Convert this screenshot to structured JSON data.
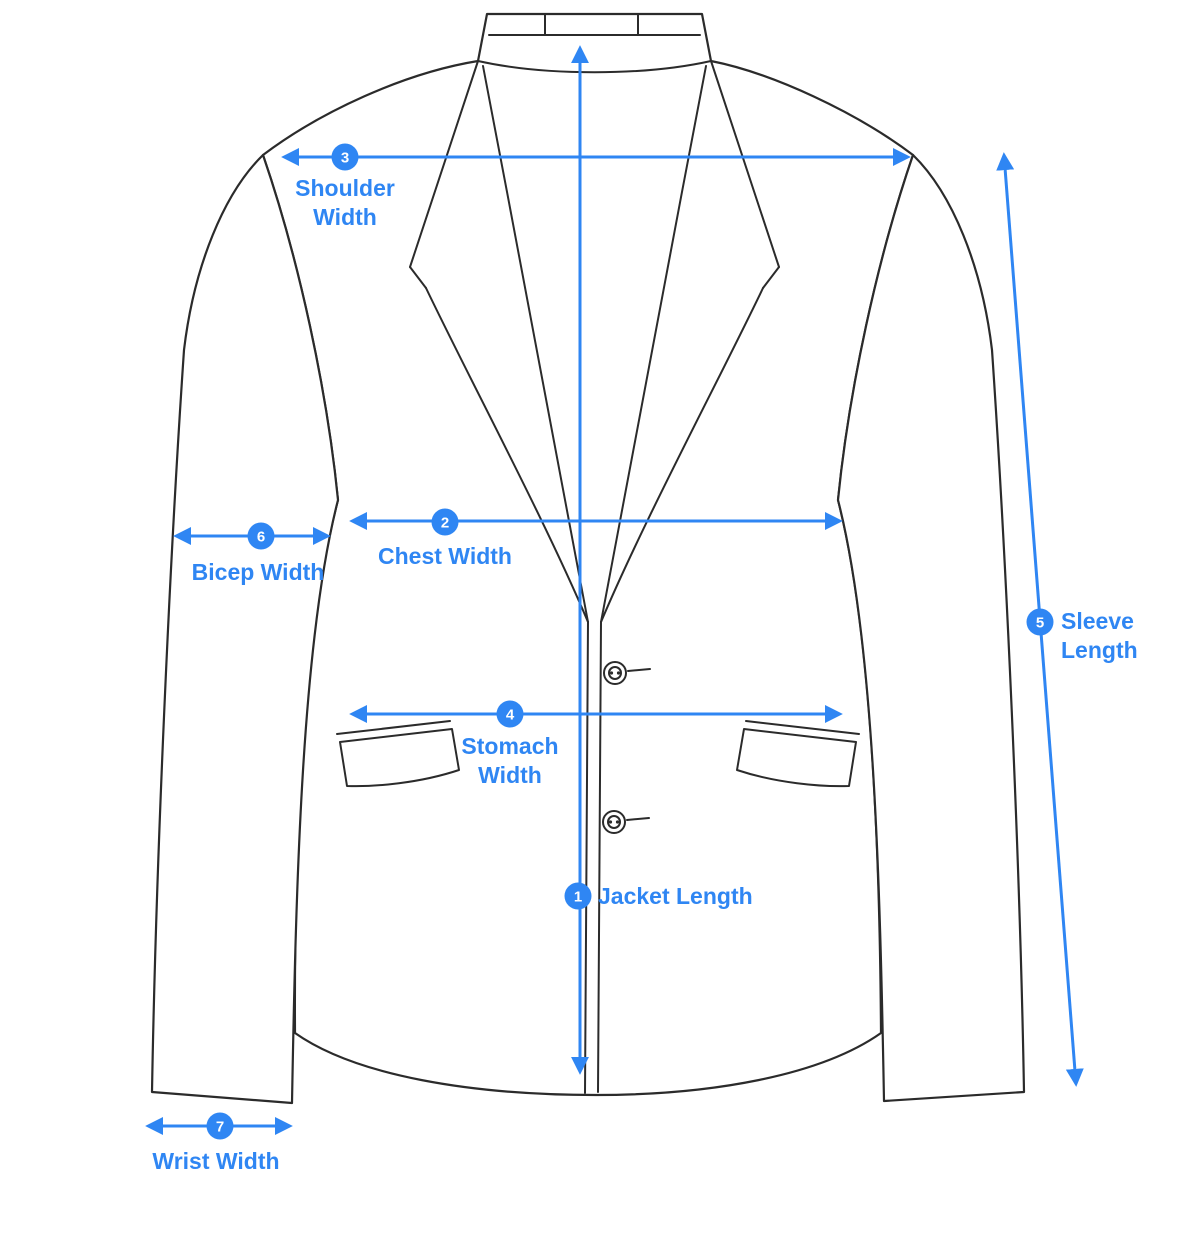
{
  "colors": {
    "accent": "#2F86F3",
    "outline": "#2B2B2B",
    "background": "#FFFFFF"
  },
  "measurements": {
    "jacket_length": {
      "number": "1",
      "lines": [
        "Jacket Length"
      ]
    },
    "chest_width": {
      "number": "2",
      "lines": [
        "Chest Width"
      ]
    },
    "shoulder_width": {
      "number": "3",
      "lines": [
        "Shoulder",
        "Width"
      ]
    },
    "stomach_width": {
      "number": "4",
      "lines": [
        "Stomach",
        "Width"
      ]
    },
    "sleeve_length": {
      "number": "5",
      "lines": [
        "Sleeve",
        "Length"
      ]
    },
    "bicep_width": {
      "number": "6",
      "lines": [
        "Bicep Width"
      ]
    },
    "wrist_width": {
      "number": "7",
      "lines": [
        "Wrist Width"
      ]
    }
  }
}
